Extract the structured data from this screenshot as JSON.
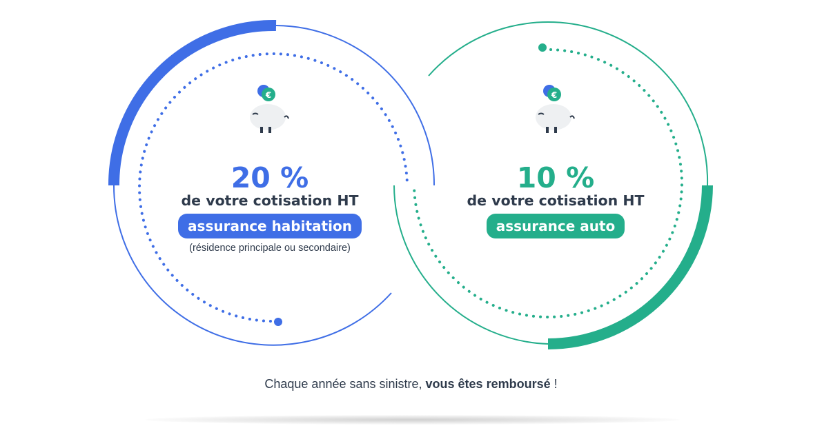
{
  "colors": {
    "blue": "#3f6ee6",
    "green": "#24ae8b",
    "text": "#2e3a4b",
    "piggy": "#eef0f2",
    "coin_blue": "#3f6ee6",
    "coin_green": "#24ae8b"
  },
  "left": {
    "percent": "20 %",
    "subtitle": "de votre cotisation HT",
    "badge": "assurance habitation",
    "note": "(résidence principale ou secondaire)",
    "icon": "piggy-bank-euro-icon"
  },
  "right": {
    "percent": "10 %",
    "subtitle": "de votre cotisation HT",
    "badge": "assurance auto",
    "icon": "piggy-bank-euro-icon"
  },
  "footer": {
    "text_before": "Chaque année sans sinistre, ",
    "text_bold": "vous êtes remboursé",
    "text_after": " !"
  }
}
